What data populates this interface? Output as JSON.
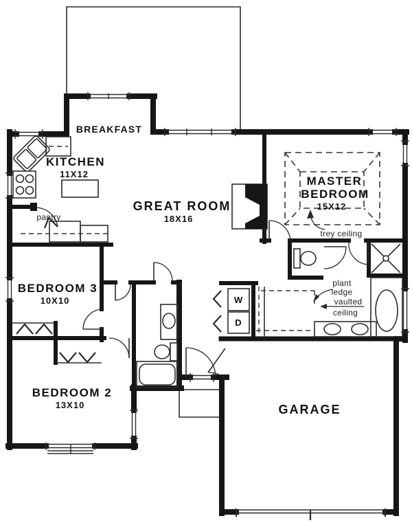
{
  "plan": {
    "rooms": {
      "breakfast": {
        "name": "BREAKFAST"
      },
      "kitchen": {
        "name": "KITCHEN",
        "dims": "11X12"
      },
      "great_room": {
        "name": "GREAT ROOM",
        "dims": "18X16"
      },
      "master_bedroom": {
        "name_line1": "MASTER",
        "name_line2": "BEDROOM",
        "dims": "15X12"
      },
      "bedroom3": {
        "name": "BEDROOM 3",
        "dims": "10X10"
      },
      "bedroom2": {
        "name": "BEDROOM 2",
        "dims": "13X10"
      },
      "garage": {
        "name": "GARAGE"
      }
    },
    "annotations": {
      "pantry": "pantry",
      "trey_ceiling": "trey ceiling",
      "plant": "plant",
      "ledge": "ledge",
      "vaulted": "vaulted",
      "ceiling": "ceiling",
      "washer": "W",
      "dryer": "D"
    },
    "colors": {
      "wall": "#161616",
      "line": "#2b2b2b",
      "background": "#ffffff"
    }
  }
}
